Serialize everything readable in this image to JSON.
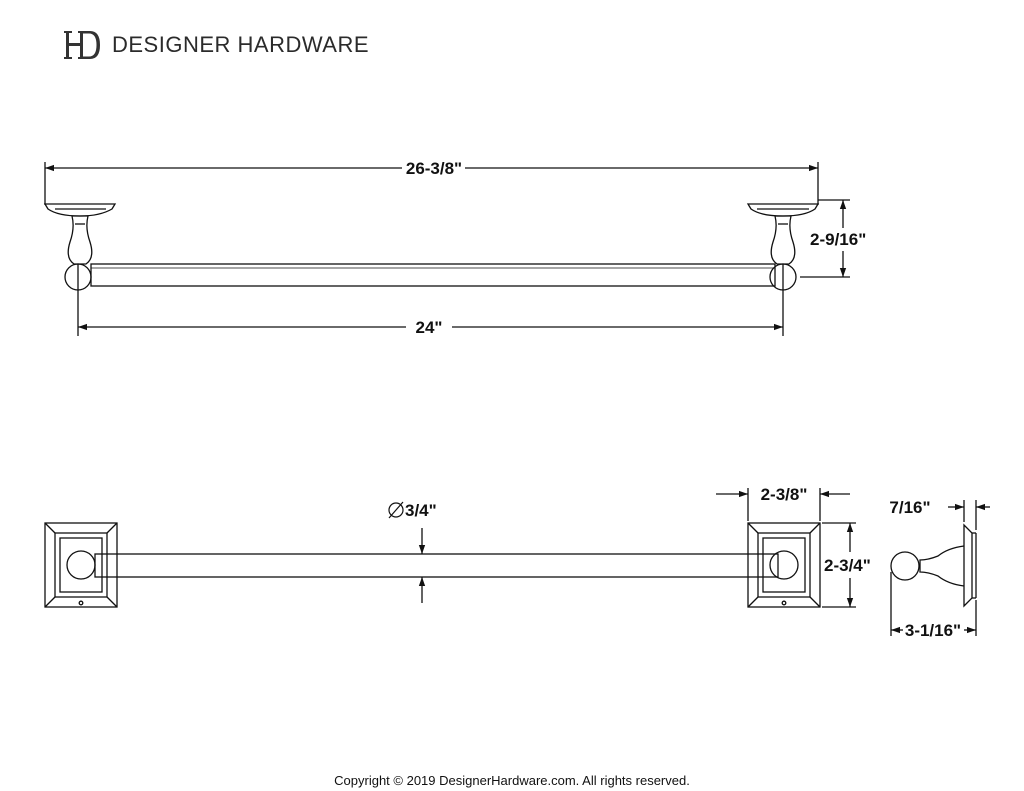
{
  "brand": {
    "name": "DESIGNER HARDWARE",
    "logo_icon": "dh-monogram-logo-icon"
  },
  "dimensions": {
    "overall_length": "26-3/8\"",
    "bar_length": "24\"",
    "bracket_height": "2-9/16\"",
    "bar_diameter": "3/4\"",
    "plate_width": "2-3/8\"",
    "plate_height": "2-3/4\"",
    "plate_depth": "7/16\"",
    "projection": "3-1/16\""
  },
  "footer": {
    "copyright": "Copyright © 2019 DesignerHardware.com. All rights reserved."
  }
}
